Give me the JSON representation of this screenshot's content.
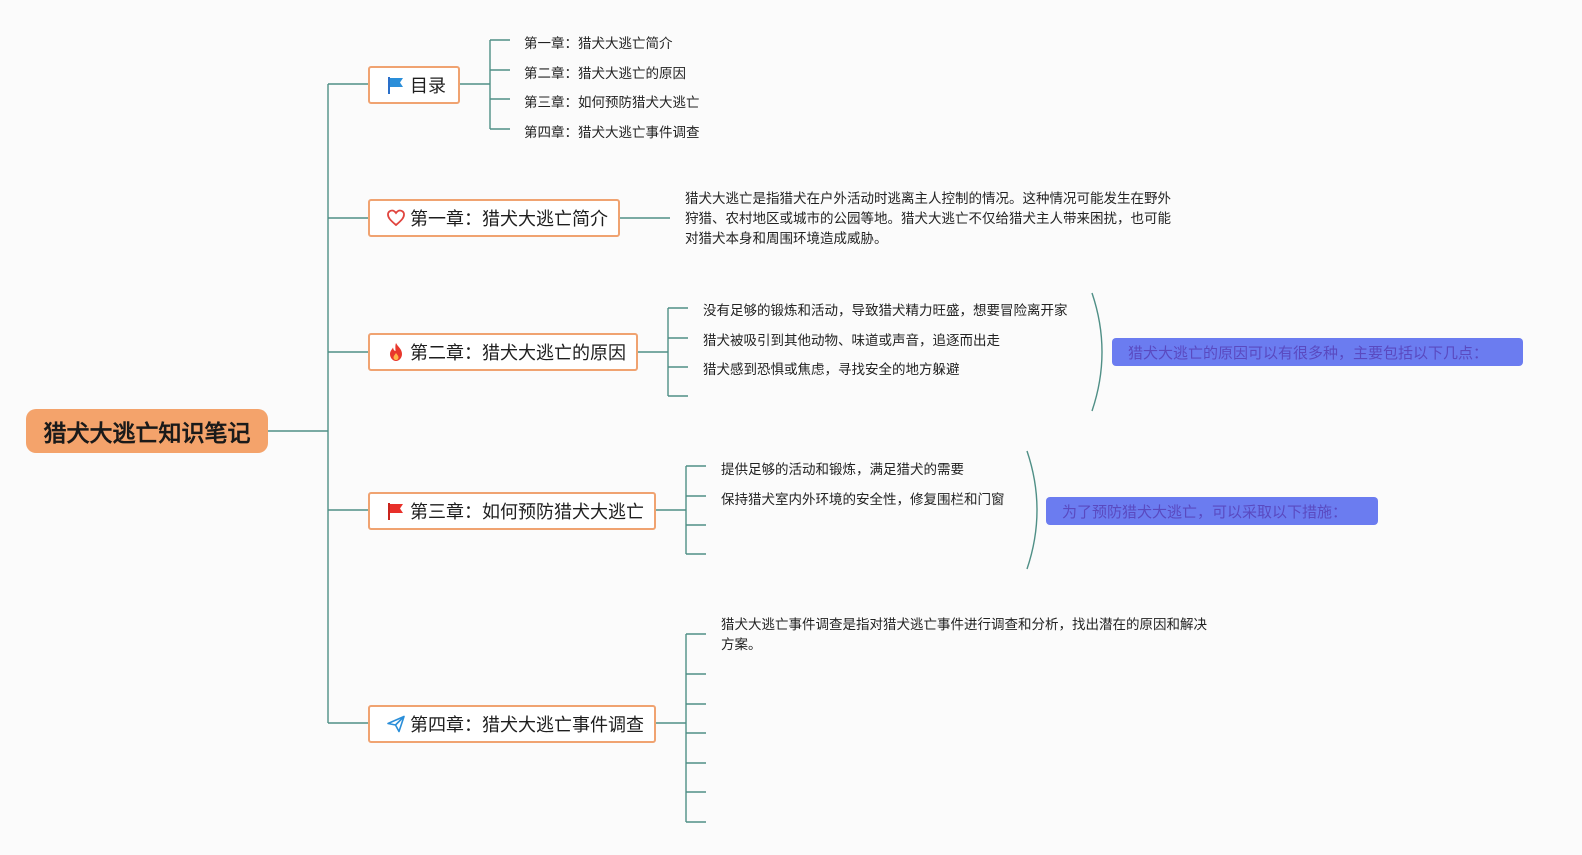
{
  "root": {
    "label": "猎犬大逃亡知识笔记"
  },
  "colors": {
    "line": "#4f8f86",
    "root_fill": "#f4a36b",
    "branch_border": "#f0a371",
    "summary_fill": "#6b7cf0",
    "summary_text": "#5a4ac0"
  },
  "branches": {
    "toc": {
      "label": "目录",
      "icon": "flag-blue-icon",
      "items": [
        "第一章：猎犬大逃亡简介",
        "第二章：猎犬大逃亡的原因",
        "第三章：如何预防猎犬大逃亡",
        "第四章：猎犬大逃亡事件调查"
      ]
    },
    "ch1": {
      "label": "第一章：猎犬大逃亡简介",
      "icon": "heart-icon",
      "text": "猎犬大逃亡是指猎犬在户外活动时逃离主人控制的情况。这种情况可能发生在野外狩猎、农村地区或城市的公园等地。猎犬大逃亡不仅给猎犬主人带来困扰，也可能对猎犬本身和周围环境造成威胁。"
    },
    "ch2": {
      "label": "第二章：猎犬大逃亡的原因",
      "icon": "fire-icon",
      "items": [
        "没有足够的锻炼和活动，导致猎犬精力旺盛，想要冒险离开家",
        "猎犬被吸引到其他动物、味道或声音，追逐而出走",
        "猎犬感到恐惧或焦虑，寻找安全的地方躲避"
      ],
      "summary": "猎犬大逃亡的原因可以有很多种，主要包括以下几点："
    },
    "ch3": {
      "label": "第三章：如何预防猎犬大逃亡",
      "icon": "flag-red-icon",
      "items": [
        "提供足够的活动和锻炼，满足猎犬的需要",
        "保持猎犬室内外环境的安全性，修复围栏和门窗"
      ],
      "summary": "为了预防猎犬大逃亡，可以采取以下措施："
    },
    "ch4": {
      "label": "第四章：猎犬大逃亡事件调查",
      "icon": "send-icon",
      "text": "猎犬大逃亡事件调查是指对猎犬逃亡事件进行调查和分析，找出潜在的原因和解决方案。"
    }
  }
}
